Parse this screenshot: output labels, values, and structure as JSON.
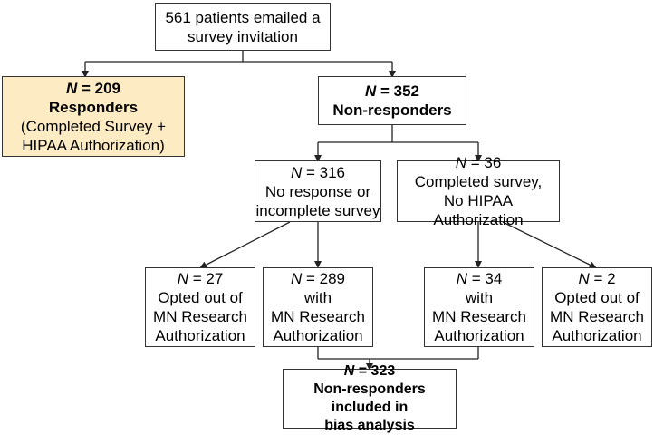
{
  "colors": {
    "highlight_fill": "#fdebc4",
    "line": "#222222"
  },
  "boxes": {
    "invited": {
      "text": [
        "561 patients emailed a",
        "survey invitation"
      ]
    },
    "responders": {
      "n": "209",
      "title": "Responders",
      "text": [
        "(Completed Survey +",
        "HIPAA Authorization)"
      ]
    },
    "nonresp": {
      "n": "352",
      "title": "Non-responders"
    },
    "noresp": {
      "n": "316",
      "text": [
        "No response or",
        "incomplete survey"
      ]
    },
    "nohipaa": {
      "n": "36",
      "text": [
        "Completed survey,",
        "No HIPAA Authorization"
      ]
    },
    "optout1": {
      "n": "27",
      "text": [
        "Opted out of",
        "MN Research",
        "Authorization"
      ]
    },
    "with1": {
      "n": "289",
      "text": [
        "with",
        "MN Research",
        "Authorization"
      ]
    },
    "with2": {
      "n": "34",
      "text": [
        "with",
        "MN Research",
        "Authorization"
      ]
    },
    "optout2": {
      "n": "2",
      "text": [
        "Opted out of",
        "MN Research",
        "Authorization"
      ]
    },
    "included": {
      "n": "323",
      "text": [
        "Non-responders included in",
        "bias analysis"
      ]
    }
  },
  "labels": {
    "n_symbol": "N",
    "equals": " = "
  }
}
